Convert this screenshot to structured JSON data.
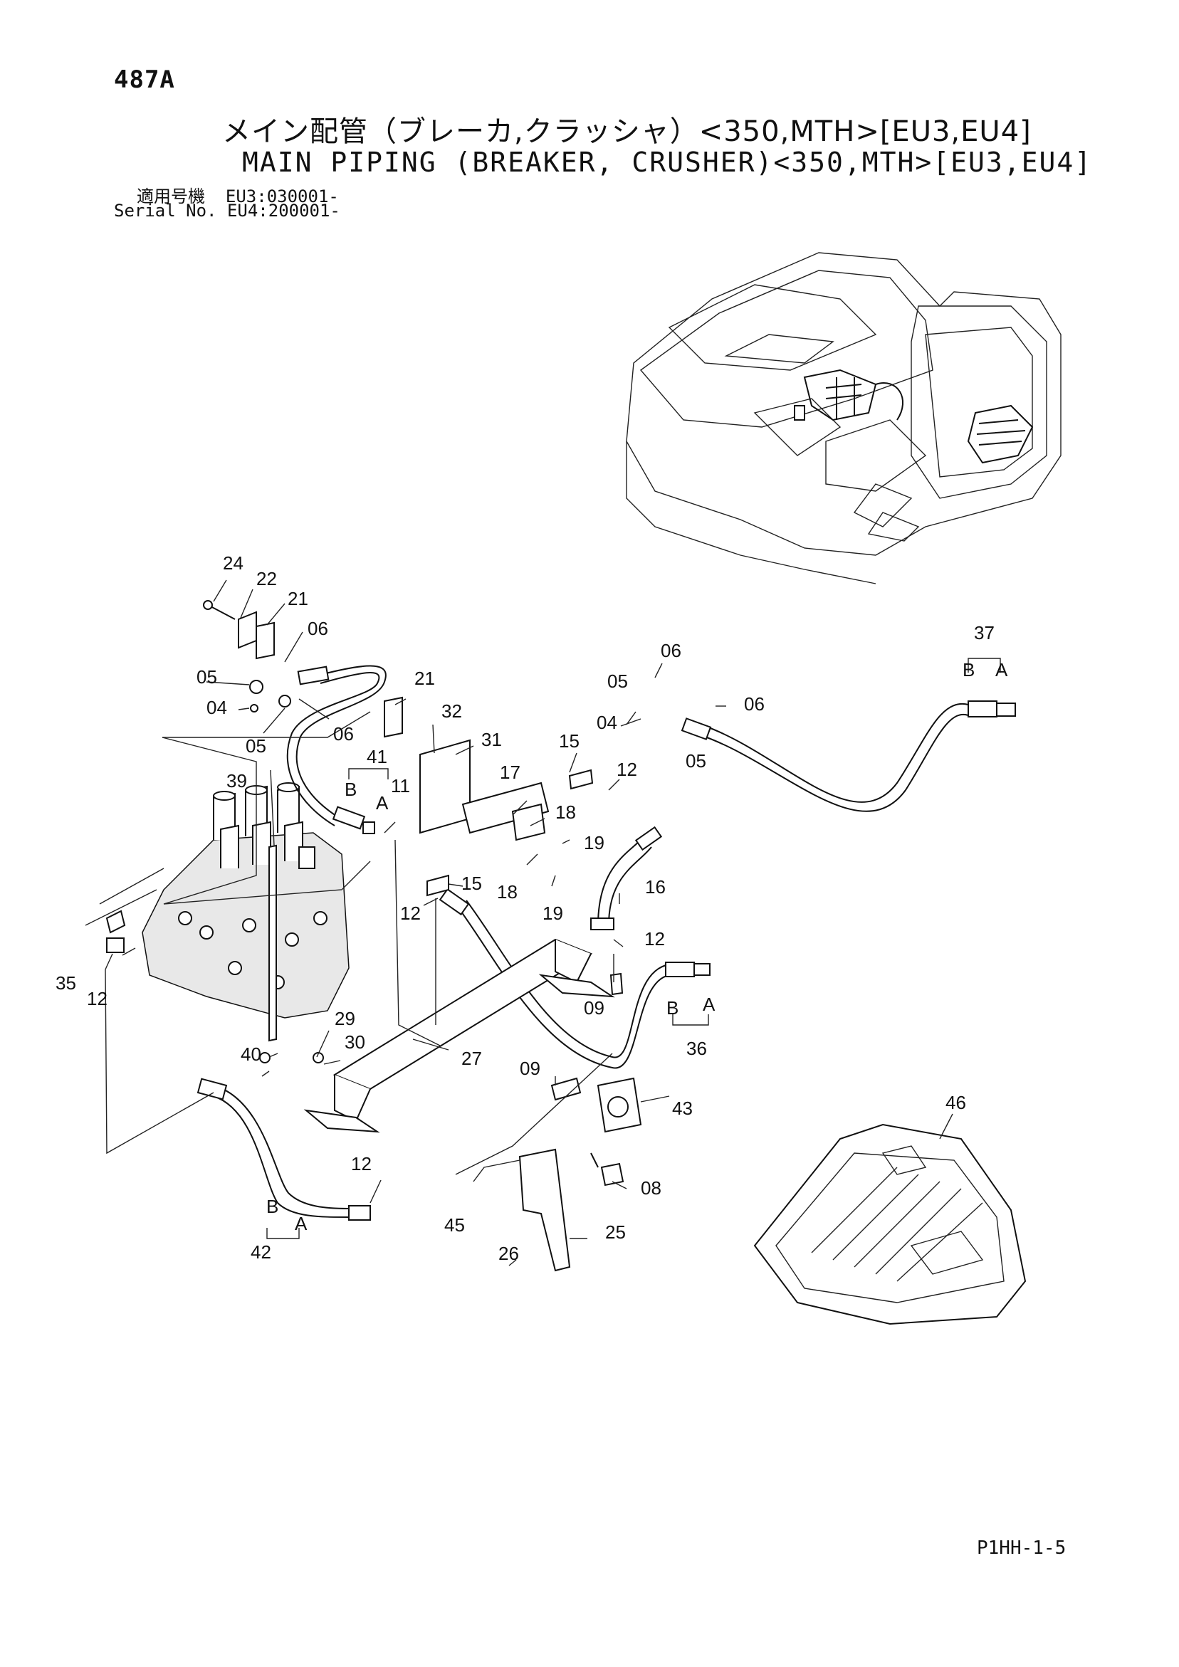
{
  "header": {
    "page_id": "487A",
    "title_jp": "メイン配管（ブレーカ,クラッシャ）<350,MTH>[EU3,EU4]",
    "title_en": "MAIN PIPING (BREAKER, CRUSHER)<350,MTH>[EU3,EU4]",
    "serial_line_1": "適用号機  EU3:030001-",
    "serial_line_2": "Serial No. EU4:200001-"
  },
  "callouts": {
    "p24": "24",
    "p22": "22",
    "p21a": "21",
    "p06a": "06",
    "p05a": "05",
    "p04a": "04",
    "p06b": "06",
    "p05b": "05",
    "p21b": "21",
    "p32": "32",
    "p31": "31",
    "p41": "41",
    "p41B": "B",
    "p41A": "A",
    "p11": "11",
    "p39": "39",
    "p06c": "06",
    "p05c": "05",
    "p06d": "06",
    "p04b": "04",
    "p05d": "05",
    "p15a": "15",
    "p12a": "12",
    "p17": "17",
    "p18a": "18",
    "p19a": "19",
    "p15b": "15",
    "p18b": "18",
    "p19b": "19",
    "p16": "16",
    "p12b": "12",
    "p12c": "12",
    "p09a": "09",
    "p36B": "B",
    "p36A": "A",
    "p36": "36",
    "p37": "37",
    "p37B": "B",
    "p37A": "A",
    "p35": "35",
    "p12d": "12",
    "p29": "29",
    "p30": "30",
    "p27": "27",
    "p40": "40",
    "p09b": "09",
    "p43": "43",
    "p12e": "12",
    "p08": "08",
    "p45": "45",
    "p25": "25",
    "p26": "26",
    "p42B": "B",
    "p42A": "A",
    "p42": "42",
    "p46": "46"
  },
  "footer": {
    "code": "P1HH-1-5"
  }
}
